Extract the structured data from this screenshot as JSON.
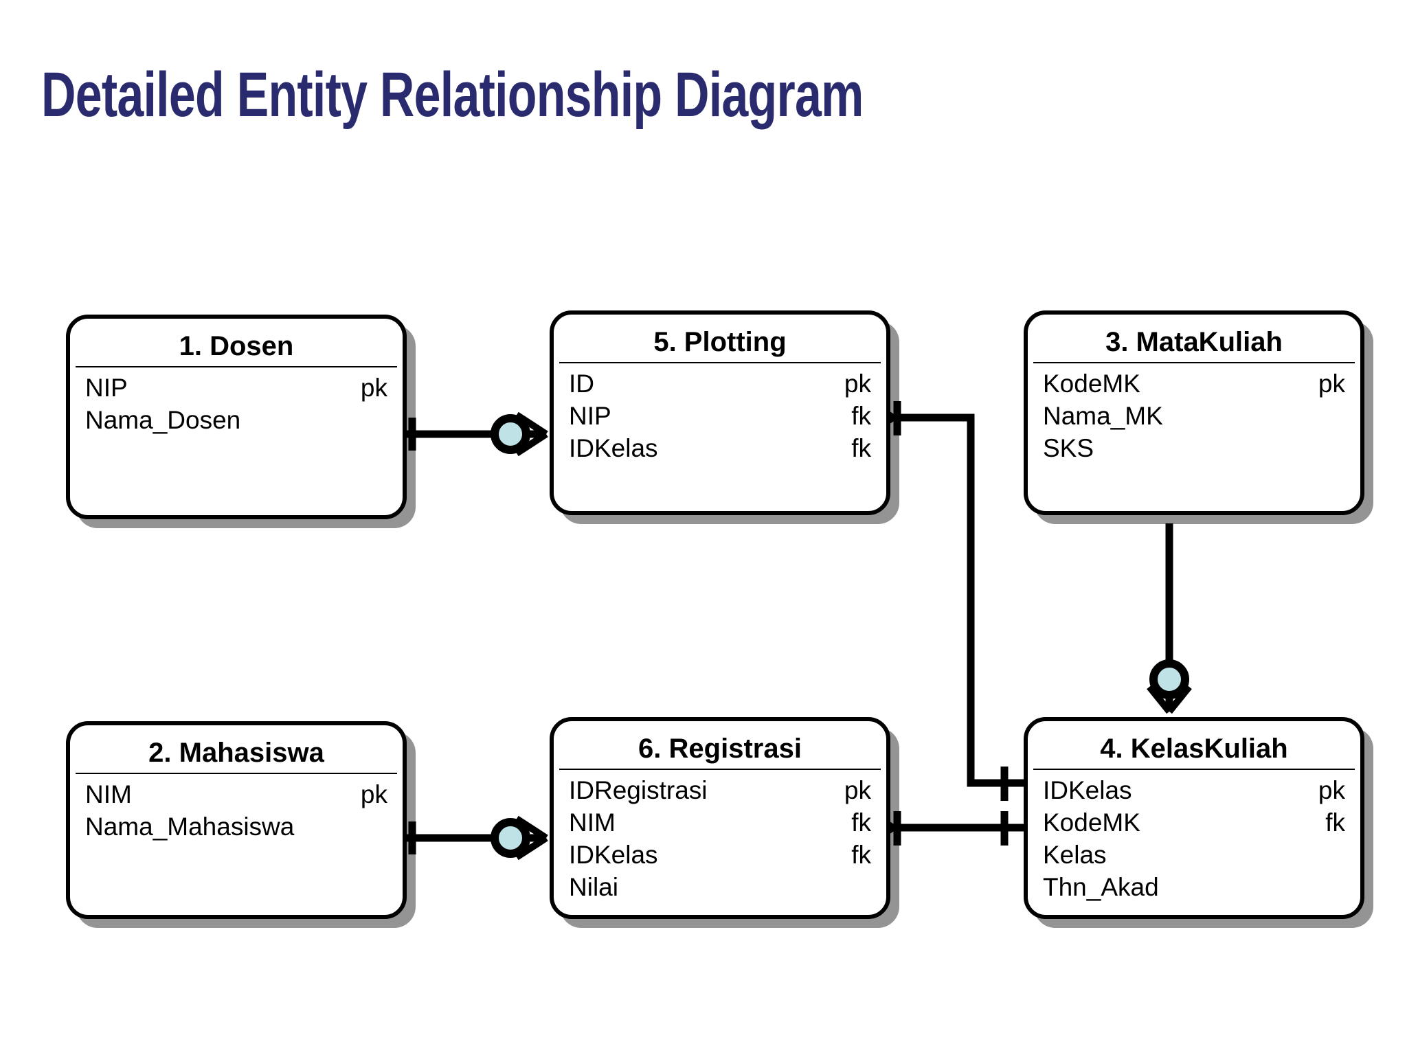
{
  "page": {
    "title": "Detailed Entity Relationship Diagram",
    "title_color": "#2a2a6e",
    "background": "#ffffff",
    "line_color": "#000000",
    "optional_marker_fill": "#bfe2e6"
  },
  "diagram": {
    "type": "entity-relationship-diagram",
    "notation": "crow's foot",
    "entities": [
      {
        "id": "dosen",
        "title": "1. Dosen",
        "attributes": [
          {
            "name": "NIP",
            "key": "pk"
          },
          {
            "name": "Nama_Dosen",
            "key": ""
          }
        ]
      },
      {
        "id": "plotting",
        "title": "5. Plotting",
        "attributes": [
          {
            "name": "ID",
            "key": "pk"
          },
          {
            "name": "NIP",
            "key": "fk"
          },
          {
            "name": "IDKelas",
            "key": "fk"
          }
        ]
      },
      {
        "id": "matakuliah",
        "title": "3. MataKuliah",
        "attributes": [
          {
            "name": "KodeMK",
            "key": "pk"
          },
          {
            "name": "Nama_MK",
            "key": ""
          },
          {
            "name": "SKS",
            "key": ""
          }
        ]
      },
      {
        "id": "mahasiswa",
        "title": "2. Mahasiswa",
        "attributes": [
          {
            "name": "NIM",
            "key": "pk"
          },
          {
            "name": "Nama_Mahasiswa",
            "key": ""
          }
        ]
      },
      {
        "id": "registrasi",
        "title": "6. Registrasi",
        "attributes": [
          {
            "name": "IDRegistrasi",
            "key": "pk"
          },
          {
            "name": "NIM",
            "key": "fk"
          },
          {
            "name": "IDKelas",
            "key": "fk"
          },
          {
            "name": "Nilai",
            "key": ""
          }
        ]
      },
      {
        "id": "kelaskuliah",
        "title": "4. KelasKuliah",
        "attributes": [
          {
            "name": "IDKelas",
            "key": "pk"
          },
          {
            "name": "KodeMK",
            "key": "fk"
          },
          {
            "name": "Kelas",
            "key": ""
          },
          {
            "name": "Thn_Akad",
            "key": ""
          }
        ]
      }
    ],
    "relationships": [
      {
        "id": "dosen-plotting",
        "from": "dosen",
        "to": "plotting",
        "from_cardinality": "one",
        "to_cardinality": "zero-or-many"
      },
      {
        "id": "plotting-kelaskuliah",
        "from": "plotting",
        "to": "kelaskuliah",
        "from_cardinality": "many",
        "to_cardinality": "one"
      },
      {
        "id": "matakuliah-kelaskuliah",
        "from": "matakuliah",
        "to": "kelaskuliah",
        "from_cardinality": "one",
        "to_cardinality": "zero-or-many"
      },
      {
        "id": "mahasiswa-registrasi",
        "from": "mahasiswa",
        "to": "registrasi",
        "from_cardinality": "one",
        "to_cardinality": "zero-or-many"
      },
      {
        "id": "registrasi-kelaskuliah",
        "from": "registrasi",
        "to": "kelaskuliah",
        "from_cardinality": "many",
        "to_cardinality": "one"
      }
    ]
  }
}
